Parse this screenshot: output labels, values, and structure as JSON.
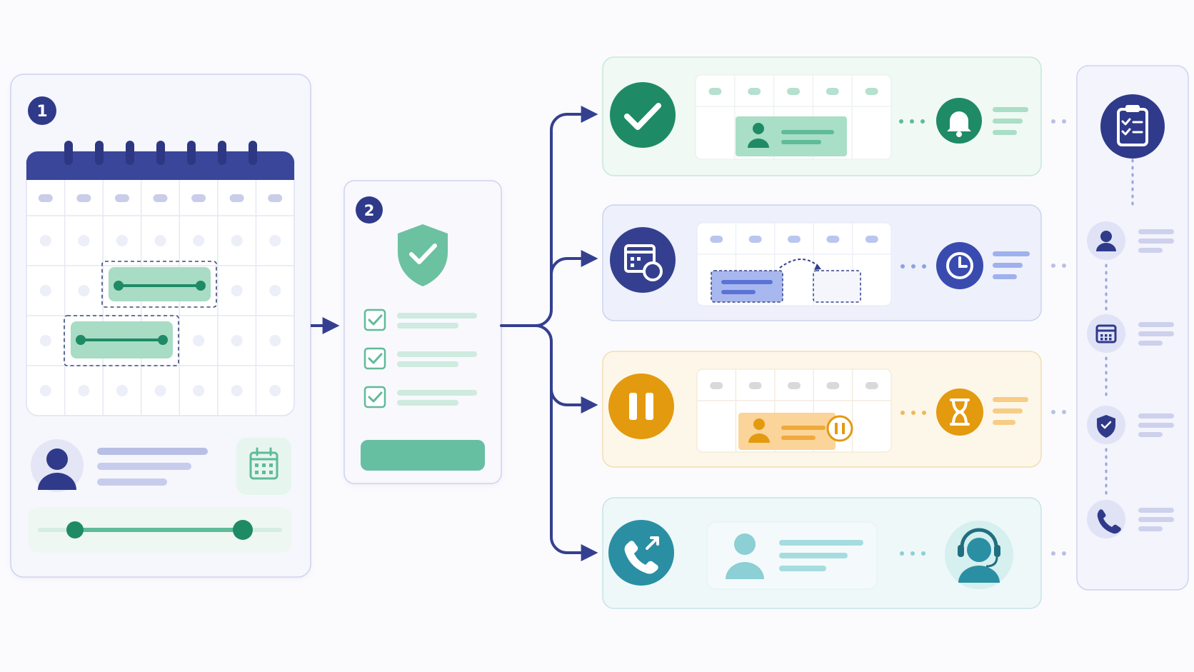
{
  "steps": [
    {
      "number": "1"
    },
    {
      "number": "2"
    }
  ],
  "calendar": {
    "columns": 7,
    "rows": 4
  },
  "checklist": {
    "items": 3
  },
  "outcomes": [
    {
      "id": "confirmed",
      "status_icon": "checkmark-icon",
      "end_icon": "bell-icon",
      "color": "#1f8a66",
      "tint": "#eef8f3"
    },
    {
      "id": "rescheduled",
      "status_icon": "calendar-refresh-icon",
      "end_icon": "clock-icon",
      "color": "#34408f",
      "tint": "#eef1fb"
    },
    {
      "id": "on-hold",
      "status_icon": "pause-icon",
      "end_icon": "hourglass-icon",
      "color": "#e39a0f",
      "tint": "#fdf6e8"
    },
    {
      "id": "call-support",
      "status_icon": "phone-outgoing-icon",
      "end_icon": "headset-agent-icon",
      "color": "#2a8fa3",
      "tint": "#edf7f8"
    }
  ],
  "log": {
    "header_icon": "clipboard-checklist-icon",
    "entries": [
      "user-icon",
      "calendar-icon",
      "shield-check-icon",
      "phone-icon"
    ]
  },
  "colors": {
    "navy": "#34408f",
    "green": "#5fbb98",
    "green_dark": "#1f8a66",
    "orange": "#e39a0f",
    "teal": "#2a8fa3"
  }
}
